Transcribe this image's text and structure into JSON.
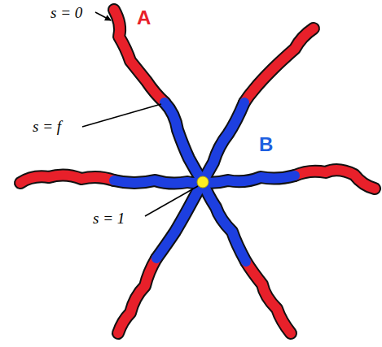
{
  "diagram": {
    "labels": [
      "s = 0",
      "A",
      "s = f",
      "B",
      "s = 1"
    ]
  }
}
